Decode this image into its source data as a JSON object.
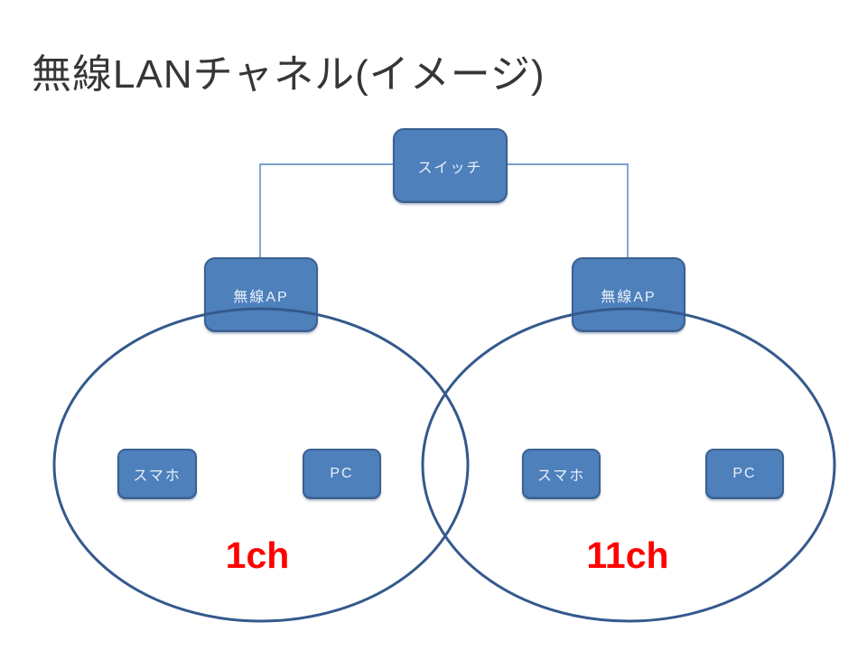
{
  "title": "無線LANチャネル(イメージ)",
  "nodes": {
    "switch": {
      "label": "スイッチ"
    },
    "ap_left": {
      "label": "無線AP"
    },
    "ap_right": {
      "label": "無線AP"
    },
    "phone_left": {
      "label": "スマホ"
    },
    "pc_left": {
      "label": "PC"
    },
    "phone_right": {
      "label": "スマホ"
    },
    "pc_right": {
      "label": "PC"
    }
  },
  "channels": {
    "left": {
      "label": "1ch"
    },
    "right": {
      "label": "11ch"
    }
  },
  "edges": [
    {
      "from": "switch",
      "to": "ap_left"
    },
    {
      "from": "switch",
      "to": "ap_right"
    }
  ],
  "colors": {
    "node_fill": "#4e80bc",
    "node_border": "#3a6191",
    "node_text": "#eaf1f8",
    "ellipse_stroke": "#34598c",
    "connector": "#4f81bd",
    "channel_label": "#ff0000",
    "title_text": "#363636"
  }
}
